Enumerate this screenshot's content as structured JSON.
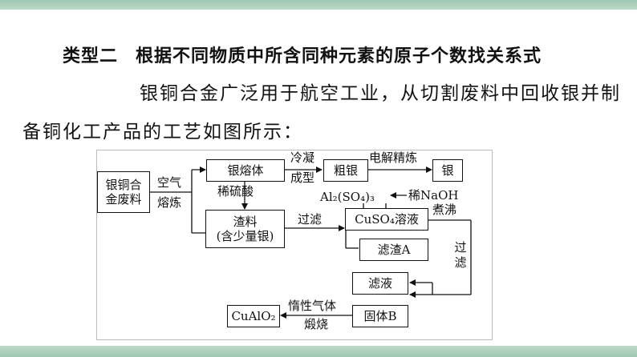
{
  "heading": {
    "type_label": "类型二",
    "title": "根据不同物质中所含同种元素的原子个数找关系式"
  },
  "paragraph": {
    "line1": "银铜合金广泛用于航空工业，从切割废料中回收银并制",
    "line2": "备铜化工产品的工艺如图所示："
  },
  "diagram": {
    "boxes": {
      "waste": "银铜合金废料",
      "melt": "银熔体",
      "crude": "粗银",
      "silver": "银",
      "slag_line1": "渣料",
      "slag_line2": "(含少量银)",
      "cuso4": "CuSO₄溶液",
      "residue_a": "滤渣A",
      "filtrate": "滤液",
      "solid_b": "固体B",
      "cualo2": "CuAlO₂"
    },
    "labels": {
      "air": "空气",
      "smelt": "熔炼",
      "condense": "冷凝",
      "form": "成型",
      "electrolysis": "电解精炼",
      "dilute_h2so4": "稀硫酸",
      "filter1": "过滤",
      "al2so43": "Al₂(SO₄)₃",
      "dilute_naoh": "稀NaOH",
      "boil": "煮沸",
      "filter2": "过滤",
      "inert_gas": "惰性气体",
      "calcine": "煅烧"
    }
  }
}
